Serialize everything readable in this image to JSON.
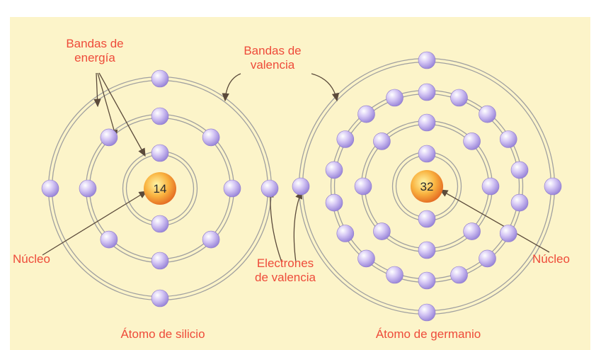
{
  "labels": {
    "energy_bands": "Bandas de\nenergía",
    "valence_bands": "Bandas de\nvalencia",
    "nucleus_left": "Núcleo",
    "nucleus_right": "Núcleo",
    "valence_electrons": "Electrones\nde valencia"
  },
  "atoms": [
    {
      "name": "Átomo de silicio",
      "atomic_number": "14",
      "shell_electrons": [
        2,
        8,
        4
      ]
    },
    {
      "name": "Átomo de germanio",
      "atomic_number": "32",
      "shell_electrons": [
        2,
        8,
        18,
        4
      ]
    }
  ],
  "colors": {
    "background": "#fcf4c9",
    "label_text": "#ee4b3a",
    "electron": "#c9b8ef",
    "nucleus": "#f7a23a",
    "ring": "#a0a0a0",
    "arrow": "#5b4a3a"
  }
}
